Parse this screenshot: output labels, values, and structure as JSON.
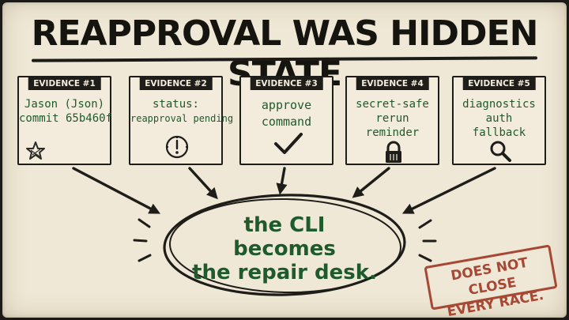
{
  "title": "REAPPROVAL WAS HIDDEN STATE",
  "cards": [
    {
      "tag": "EVIDENCE #1",
      "lines": [
        "Jason (Json)",
        "commit 65b460f"
      ],
      "icon": "star-icon"
    },
    {
      "tag": "EVIDENCE #2",
      "lines": [
        "status:",
        "reapproval pending"
      ],
      "icon": "clock-icon"
    },
    {
      "tag": "EVIDENCE #3",
      "lines": [
        "approve",
        "command"
      ],
      "icon": "checkmark-icon"
    },
    {
      "tag": "EVIDENCE #4",
      "lines": [
        "secret-safe",
        "rerun",
        "reminder"
      ],
      "icon": "lock-icon"
    },
    {
      "tag": "EVIDENCE #5",
      "lines": [
        "diagnostics",
        "auth",
        "fallback"
      ],
      "icon": "magnifier-icon"
    }
  ],
  "center": {
    "lines": [
      "the CLI",
      "becomes",
      "the repair desk."
    ]
  },
  "stamp": {
    "lines": [
      "DOES NOT CLOSE",
      "EVERY RACE."
    ]
  },
  "colors": {
    "ink": "#1e1d19",
    "green": "#1f5a2c",
    "stamp": "#a64834",
    "paper": "#efe8d6"
  }
}
